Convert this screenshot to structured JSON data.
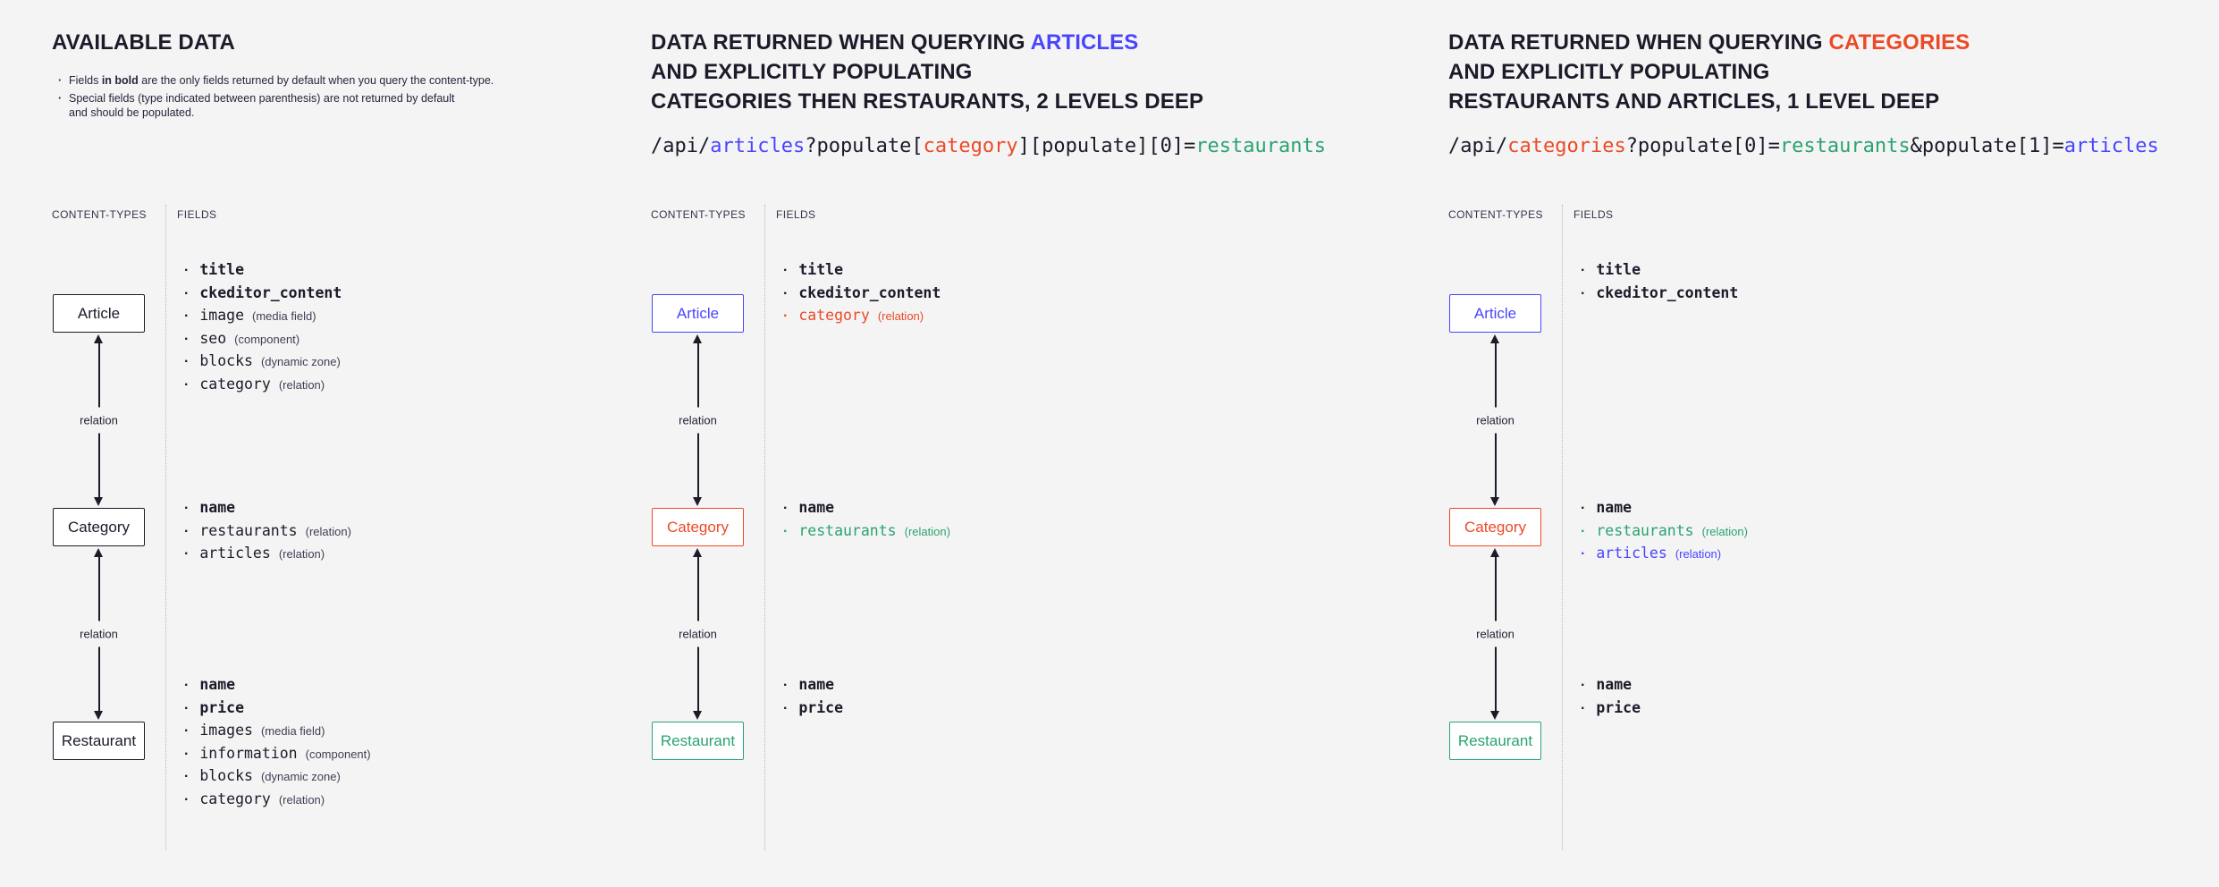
{
  "colors": {
    "ink": "#1b1b29",
    "article": "#4945ff",
    "category": "#eb4a27",
    "restaurant": "#2aa370",
    "background": "#f4f4f5"
  },
  "labels": {
    "content_types": "CONTENT-TYPES",
    "fields": "FIELDS",
    "relation": "relation"
  },
  "panel1": {
    "title": "AVAILABLE DATA",
    "note1_pre": "Fields ",
    "note1_bold": "in bold",
    "note1_post": " are the only fields returned by default when you query the content-type.",
    "note2_line1": "Special fields (type indicated between parenthesis) are not returned by default",
    "note2_line2": "and should be populated.",
    "nodes": {
      "article": {
        "label": "Article",
        "fields": [
          {
            "name": "title",
            "bold": true
          },
          {
            "name": "ckeditor_content",
            "bold": true
          },
          {
            "name": "image",
            "type": "(media field)"
          },
          {
            "name": "seo",
            "type": "(component)"
          },
          {
            "name": "blocks",
            "type": "(dynamic zone)"
          },
          {
            "name": "category",
            "type": "(relation)"
          }
        ]
      },
      "category": {
        "label": "Category",
        "fields": [
          {
            "name": "name",
            "bold": true
          },
          {
            "name": "restaurants",
            "type": "(relation)"
          },
          {
            "name": "articles",
            "type": "(relation)"
          }
        ]
      },
      "restaurant": {
        "label": "Restaurant",
        "fields": [
          {
            "name": "name",
            "bold": true
          },
          {
            "name": "price",
            "bold": true
          },
          {
            "name": "images",
            "type": "(media field)"
          },
          {
            "name": "information",
            "type": "(component)"
          },
          {
            "name": "blocks",
            "type": "(dynamic zone)"
          },
          {
            "name": "category",
            "type": "(relation)"
          }
        ]
      }
    }
  },
  "panel2": {
    "title_pre": "DATA RETURNED WHEN QUERYING ",
    "title_accent": "ARTICLES",
    "title_line2": "AND EXPLICITLY POPULATING",
    "title_line3": "CATEGORIES THEN RESTAURANTS, 2 LEVELS DEEP",
    "code": [
      {
        "t": "/api/",
        "c": "ink"
      },
      {
        "t": "articles",
        "c": "article"
      },
      {
        "t": "?populate[",
        "c": "ink"
      },
      {
        "t": "category",
        "c": "category"
      },
      {
        "t": "][populate][0]=",
        "c": "ink"
      },
      {
        "t": "restaurants",
        "c": "restaurant"
      }
    ],
    "nodes": {
      "article": {
        "label": "Article",
        "fields": [
          {
            "name": "title",
            "bold": true
          },
          {
            "name": "ckeditor_content",
            "bold": true
          },
          {
            "name": "category",
            "type": "(relation)",
            "c": "category"
          }
        ]
      },
      "category": {
        "label": "Category",
        "fields": [
          {
            "name": "name",
            "bold": true
          },
          {
            "name": "restaurants",
            "type": "(relation)",
            "c": "restaurant"
          }
        ]
      },
      "restaurant": {
        "label": "Restaurant",
        "fields": [
          {
            "name": "name",
            "bold": true
          },
          {
            "name": "price",
            "bold": true
          }
        ]
      }
    }
  },
  "panel3": {
    "title_pre": "DATA RETURNED WHEN QUERYING ",
    "title_accent": "CATEGORIES",
    "title_line2": "AND EXPLICITLY POPULATING",
    "title_line3": "RESTAURANTS AND ARTICLES, 1 LEVEL DEEP",
    "code": [
      {
        "t": "/api/",
        "c": "ink"
      },
      {
        "t": "categories",
        "c": "category"
      },
      {
        "t": "?populate[0]=",
        "c": "ink"
      },
      {
        "t": "restaurants",
        "c": "restaurant"
      },
      {
        "t": "&populate[1]=",
        "c": "ink"
      },
      {
        "t": "articles",
        "c": "article"
      }
    ],
    "nodes": {
      "article": {
        "label": "Article",
        "fields": [
          {
            "name": "title",
            "bold": true
          },
          {
            "name": "ckeditor_content",
            "bold": true
          }
        ]
      },
      "category": {
        "label": "Category",
        "fields": [
          {
            "name": "name",
            "bold": true
          },
          {
            "name": "restaurants",
            "type": "(relation)",
            "c": "restaurant"
          },
          {
            "name": "articles",
            "type": "(relation)",
            "c": "article"
          }
        ]
      },
      "restaurant": {
        "label": "Restaurant",
        "fields": [
          {
            "name": "name",
            "bold": true
          },
          {
            "name": "price",
            "bold": true
          }
        ]
      }
    }
  }
}
